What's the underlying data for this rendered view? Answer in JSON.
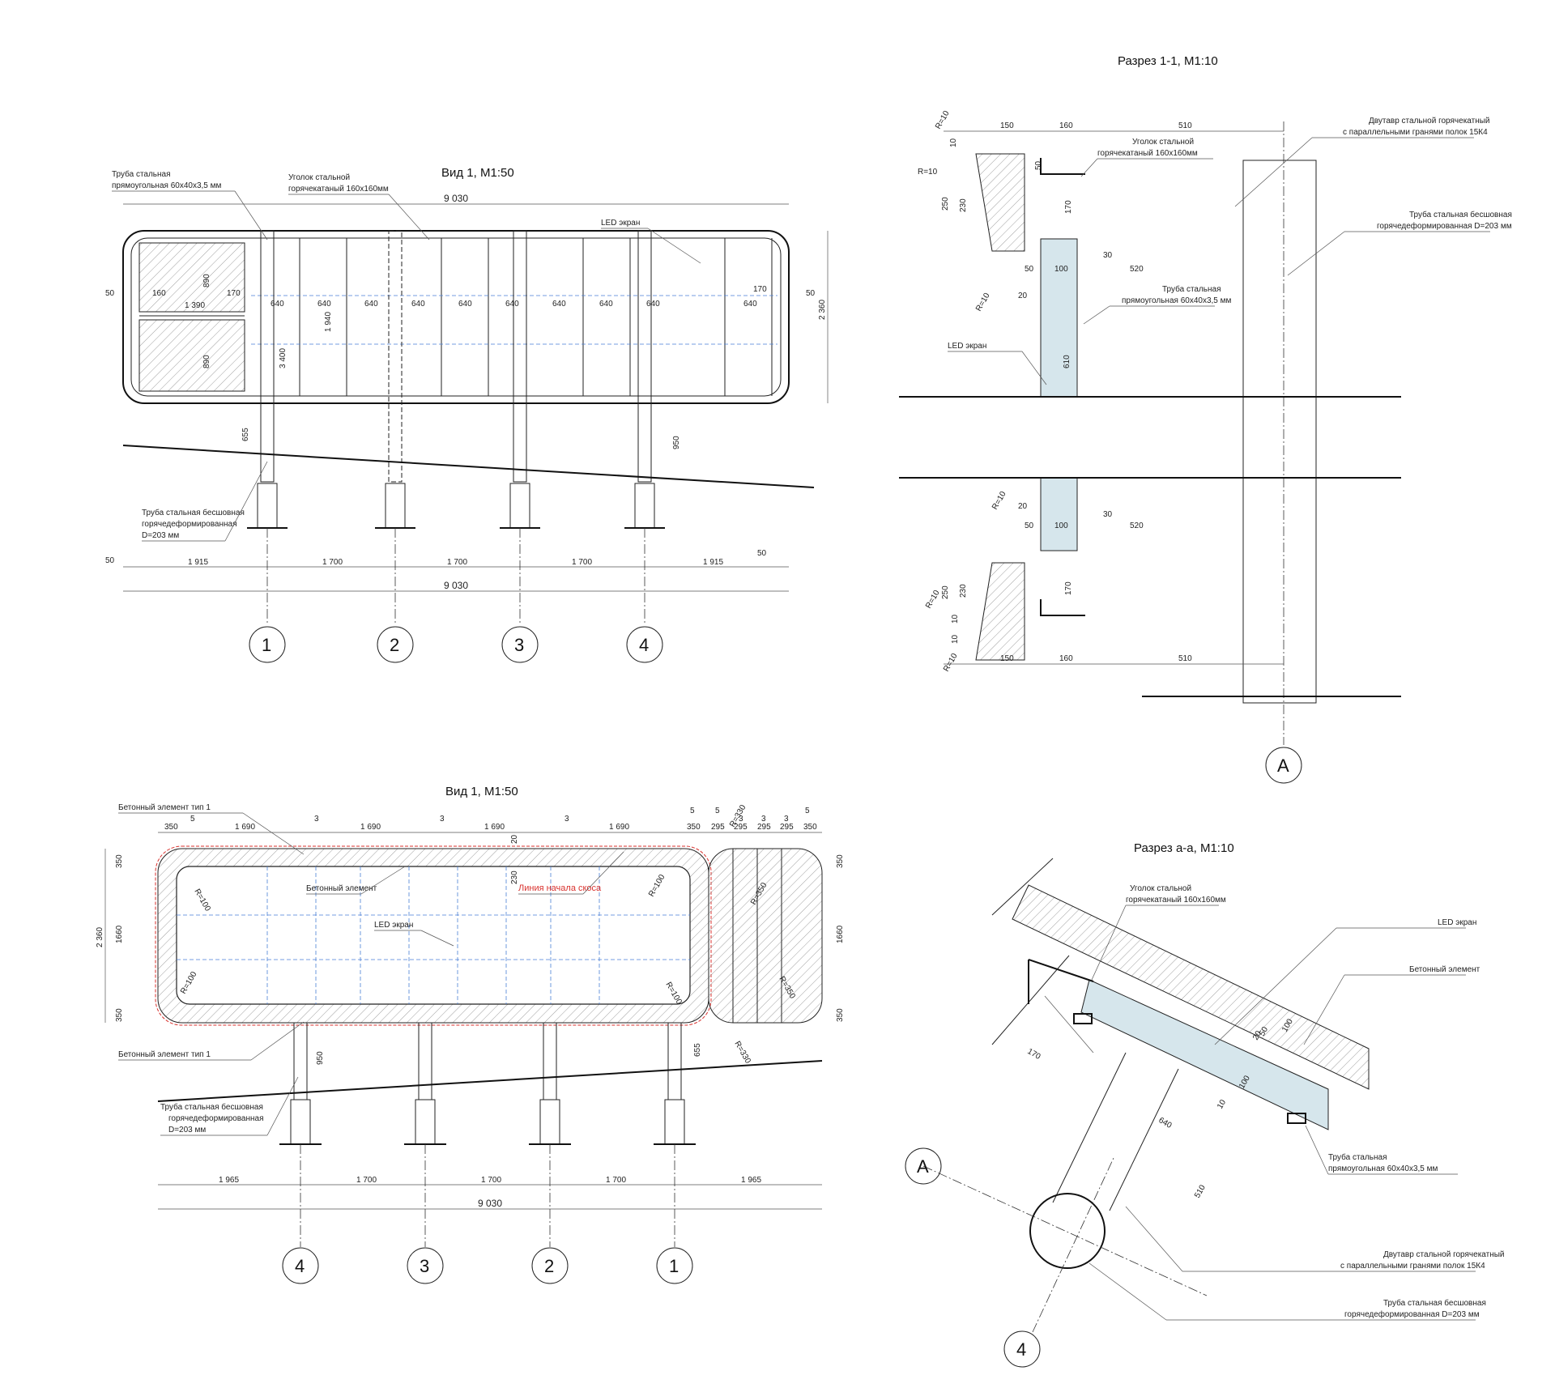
{
  "titles": {
    "view_top": "Вид 1, М1:50",
    "view_bottom": "Вид 1, М1:50",
    "section_11": "Разрез 1-1, М1:10",
    "section_aa": "Разрез а-а, М1:10"
  },
  "labels": {
    "tube_rect": "Труба стальная",
    "tube_rect_2": "прямоугольная 60х40х3,5 мм",
    "angle": "Уголок стальной",
    "angle_2": "горячекатаный 160х160мм",
    "led": "LED экран",
    "pipe": "Труба стальная бесшовная",
    "pipe_2": "горячедеформированная",
    "pipe_3": "D=203 мм",
    "pipe_full_2": "горячедеформированная D=203 мм",
    "beam": "Двутавр стальной горячекатный",
    "beam_2": "с параллельными гранями полок 15К4",
    "concrete_t1": "Бетонный элемент тип 1",
    "concrete": "Бетонный элемент",
    "chamfer_line": "Линия начала скоса"
  },
  "axes_top": [
    "1",
    "2",
    "3",
    "4"
  ],
  "axes_bottom": [
    "4",
    "3",
    "2",
    "1"
  ],
  "axis_a": "А",
  "axis_4": "4",
  "dims_top": {
    "total": "9 030",
    "spans": [
      "1 915",
      "1 700",
      "1 700",
      "1 700",
      "1 915"
    ],
    "cells": [
      "640",
      "640",
      "640",
      "640",
      "640",
      "640",
      "640",
      "640",
      "640",
      "640"
    ],
    "h": "2 360",
    "h2": "3 400",
    "h3": "1 940",
    "w1": "1 390",
    "d160": "160",
    "d170": "170",
    "d50": "50",
    "d890": "890",
    "d655": "655",
    "d950": "950"
  },
  "dims_bottom": {
    "total": "9 030",
    "spans": [
      "1 965",
      "1 700",
      "1 700",
      "1 700",
      "1 965"
    ],
    "tops": [
      "350",
      "1 690",
      "1 690",
      "1 690",
      "1 690",
      "350",
      "295",
      "295",
      "295",
      "295",
      "350"
    ],
    "small": [
      "5",
      "3",
      "3",
      "3",
      "5",
      "5",
      "3",
      "3",
      "3",
      "5"
    ],
    "h": "2 360",
    "h350": "350",
    "h1660": "1660",
    "r100": "R=100",
    "r330": "R=330",
    "r350": "R=350",
    "d230": "230",
    "d20": "20",
    "d950": "950",
    "d655": "655"
  },
  "dims_11": {
    "top": [
      "150",
      "160",
      "510"
    ],
    "bot": [
      "150",
      "160",
      "510"
    ],
    "r10": "R=10",
    "d10": "10",
    "d50": "50",
    "d250": "250",
    "d230": "230",
    "d170": "170",
    "d20": "20",
    "d100": "100",
    "d30": "30",
    "d520": "520",
    "d610": "610"
  },
  "dims_aa": {
    "d170": "170",
    "d640": "640",
    "d510": "510",
    "d10": "10",
    "d20": "20",
    "d100": "100",
    "d50": "50"
  }
}
